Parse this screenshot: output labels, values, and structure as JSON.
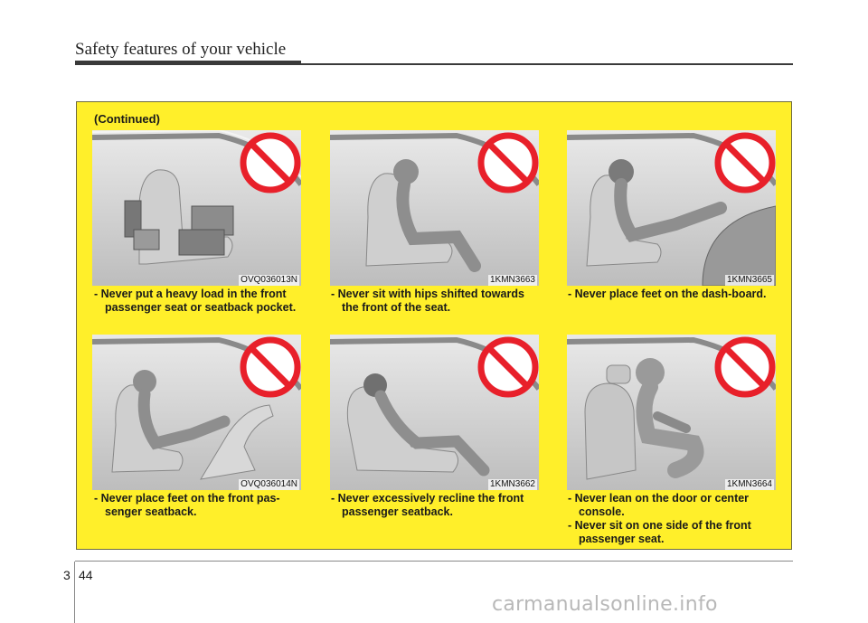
{
  "header": {
    "title": "Safety features of your vehicle"
  },
  "panel": {
    "continued": "(Continued)",
    "figures": [
      {
        "code": "OVQ036013N",
        "caption": [
          "- Never put a heavy load in the front passenger seat or seatback pocket."
        ]
      },
      {
        "code": "1KMN3663",
        "caption": [
          "- Never sit with hips shifted towards the front of the seat."
        ]
      },
      {
        "code": "1KMN3665",
        "caption": [
          "- Never place feet on the dash-board."
        ]
      },
      {
        "code": "OVQ036014N",
        "caption": [
          "- Never place feet on the front pas-senger seatback."
        ]
      },
      {
        "code": "1KMN3662",
        "caption": [
          "- Never excessively recline the front passenger seatback."
        ]
      },
      {
        "code": "1KMN3664",
        "caption": [
          "- Never lean on the door or center console.",
          "- Never sit on one side of the front passenger seat."
        ]
      }
    ]
  },
  "footer": {
    "section": "3",
    "page": "44"
  },
  "watermark": "carmanualsonline.info",
  "colors": {
    "panel": "#ffef2a",
    "prohibit": "#e8202a"
  }
}
